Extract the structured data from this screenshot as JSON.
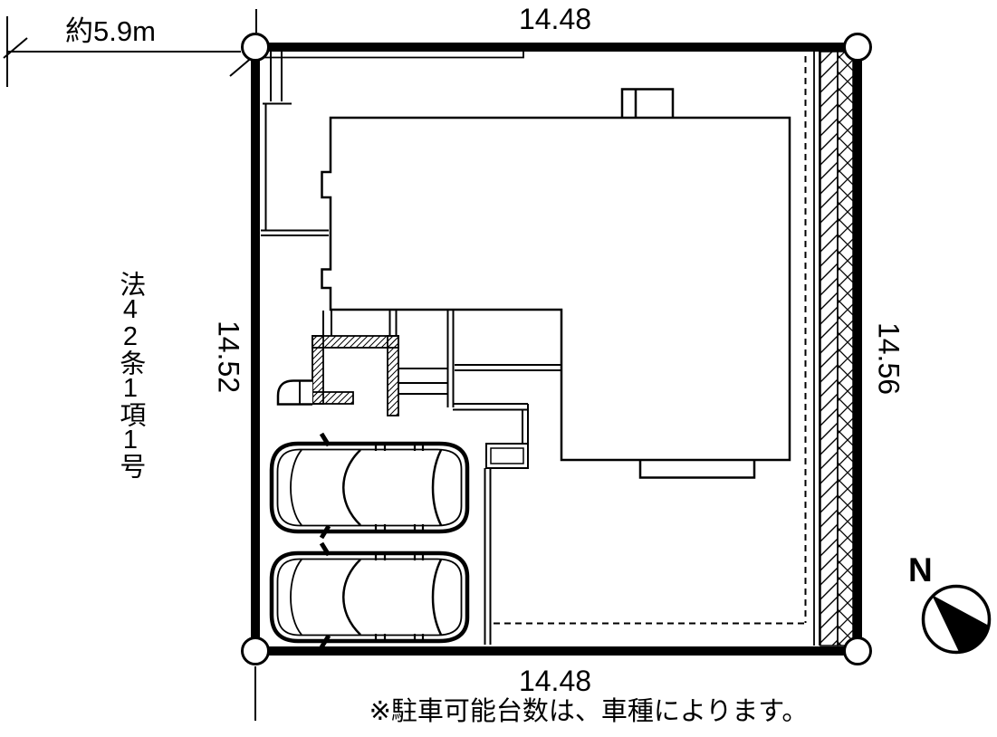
{
  "site_plan": {
    "boundary": {
      "top_dimension": "14.48",
      "bottom_dimension": "14.48",
      "left_dimension": "14.52",
      "right_dimension": "14.56"
    },
    "road": {
      "width_label": "約5.9m",
      "classification_label": "法42条1項1号"
    },
    "compass": {
      "north_label": "N"
    },
    "footnote": "※駐車可能台数は、車種によります。",
    "parking": {
      "car_count": 2
    },
    "icons": [
      "car-top-view-icon",
      "north-compass-icon",
      "corner-marker-icon"
    ],
    "colors": {
      "line": "#000000",
      "background": "#ffffff"
    }
  }
}
